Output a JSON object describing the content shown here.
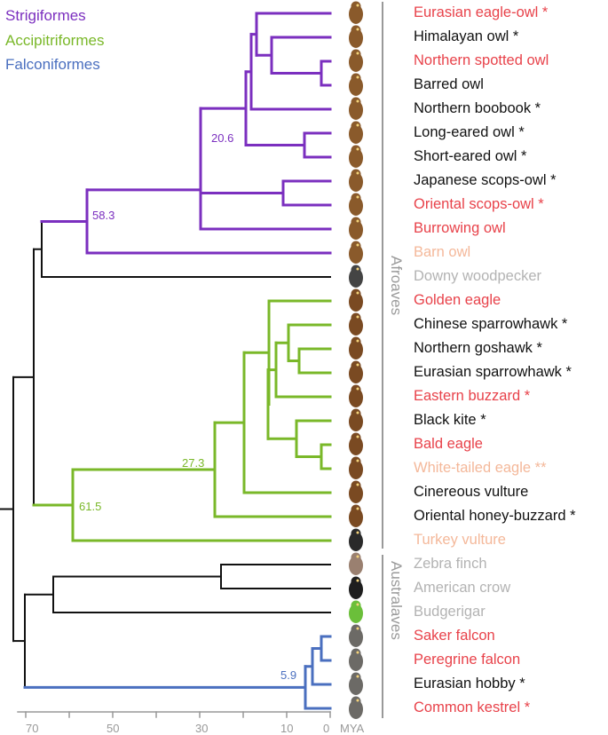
{
  "colors": {
    "strigiformes": "#7b2fbf",
    "accipitriformes": "#7ab829",
    "falconiformes": "#4a6fbf",
    "black": "#111111",
    "red": "#e8424a",
    "peach": "#f4b89a",
    "gray": "#b3b3b3",
    "axis": "#999999"
  },
  "legend": [
    {
      "label": "Strigiformes",
      "color": "#7b2fbf"
    },
    {
      "label": "Accipitriformes",
      "color": "#7ab829"
    },
    {
      "label": "Falconiformes",
      "color": "#4a6fbf"
    }
  ],
  "taxa": [
    {
      "label": "Eurasian eagle-owl *",
      "color": "#e8424a",
      "icon": "owl-icon"
    },
    {
      "label": "Himalayan owl *",
      "color": "#111111",
      "icon": "owl-icon"
    },
    {
      "label": "Northern spotted owl",
      "color": "#e8424a",
      "icon": "owl-icon"
    },
    {
      "label": "Barred owl",
      "color": "#111111",
      "icon": "owl-icon"
    },
    {
      "label": "Northern boobook *",
      "color": "#111111",
      "icon": "owl-icon"
    },
    {
      "label": "Long-eared owl *",
      "color": "#111111",
      "icon": "owl-icon"
    },
    {
      "label": "Short-eared owl *",
      "color": "#111111",
      "icon": "owl-icon"
    },
    {
      "label": "Japanese scops-owl *",
      "color": "#111111",
      "icon": "owl-icon"
    },
    {
      "label": "Oriental scops-owl *",
      "color": "#e8424a",
      "icon": "owl-icon"
    },
    {
      "label": "Burrowing owl",
      "color": "#e8424a",
      "icon": "owl-icon"
    },
    {
      "label": "Barn owl",
      "color": "#f4b89a",
      "icon": "owl-icon"
    },
    {
      "label": "Downy woodpecker",
      "color": "#b3b3b3",
      "icon": "woodpecker-icon"
    },
    {
      "label": "Golden eagle",
      "color": "#e8424a",
      "icon": "raptor-icon"
    },
    {
      "label": "Chinese sparrowhawk *",
      "color": "#111111",
      "icon": "raptor-icon"
    },
    {
      "label": "Northern goshawk *",
      "color": "#111111",
      "icon": "raptor-icon"
    },
    {
      "label": "Eurasian sparrowhawk *",
      "color": "#111111",
      "icon": "raptor-icon"
    },
    {
      "label": "Eastern buzzard *",
      "color": "#e8424a",
      "icon": "raptor-icon"
    },
    {
      "label": "Black kite *",
      "color": "#111111",
      "icon": "raptor-icon"
    },
    {
      "label": "Bald eagle",
      "color": "#e8424a",
      "icon": "raptor-icon"
    },
    {
      "label": "White-tailed eagle **",
      "color": "#f4b89a",
      "icon": "raptor-icon"
    },
    {
      "label": "Cinereous vulture",
      "color": "#111111",
      "icon": "raptor-icon"
    },
    {
      "label": "Oriental honey-buzzard *",
      "color": "#111111",
      "icon": "raptor-icon"
    },
    {
      "label": "Turkey vulture",
      "color": "#f4b89a",
      "icon": "vulture-icon"
    },
    {
      "label": "Zebra finch",
      "color": "#b3b3b3",
      "icon": "finch-icon"
    },
    {
      "label": "American crow",
      "color": "#b3b3b3",
      "icon": "crow-icon"
    },
    {
      "label": "Budgerigar",
      "color": "#b3b3b3",
      "icon": "parrot-icon"
    },
    {
      "label": "Saker falcon",
      "color": "#e8424a",
      "icon": "falcon-icon"
    },
    {
      "label": "Peregrine falcon",
      "color": "#e8424a",
      "icon": "falcon-icon"
    },
    {
      "label": "Eurasian hobby *",
      "color": "#111111",
      "icon": "falcon-icon"
    },
    {
      "label": "Common kestrel *",
      "color": "#e8424a",
      "icon": "falcon-icon"
    }
  ],
  "node_labels": {
    "owl_crown": "20.6",
    "strigiformes": "58.3",
    "accipitrid_crown": "27.3",
    "accipitriformes": "61.5",
    "falconiformes": "5.9"
  },
  "clades": {
    "afroaves": "Afroaves",
    "australaves": "Australaves"
  },
  "axis": {
    "ticks": [
      "70",
      "50",
      "30",
      "10",
      "0"
    ],
    "unit": "MYA"
  }
}
